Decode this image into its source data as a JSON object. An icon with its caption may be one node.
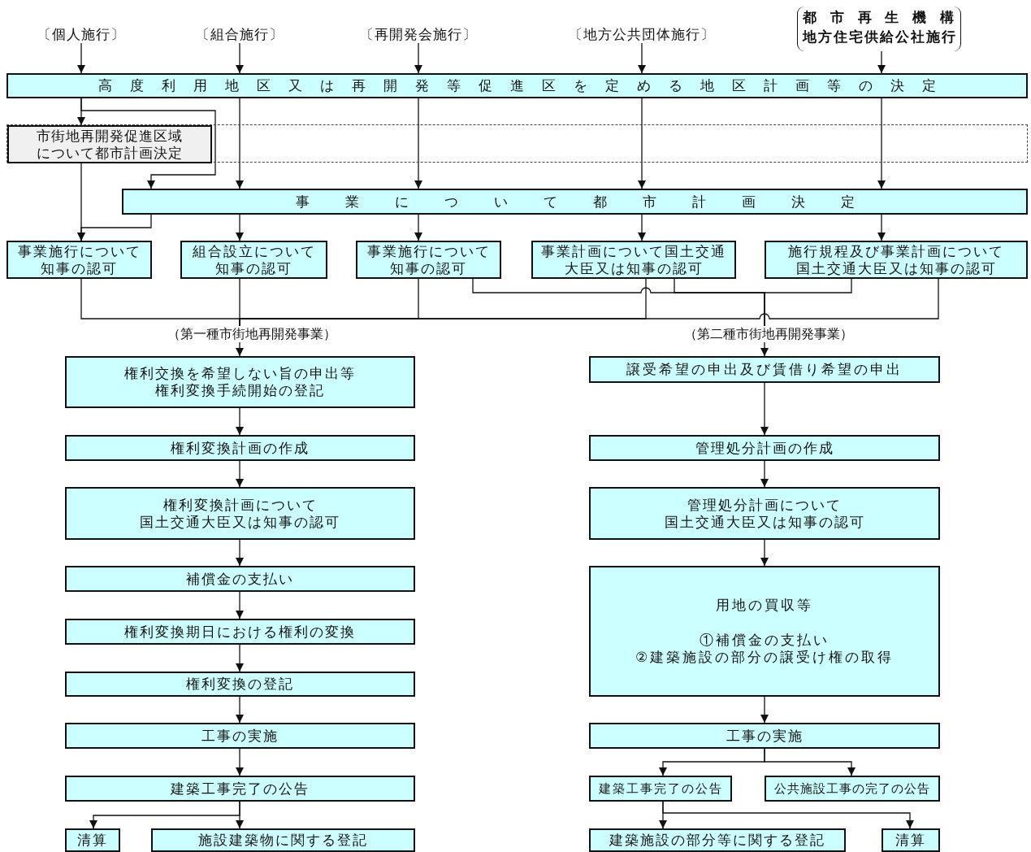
{
  "diagram": {
    "nodes": [
      {
        "text": [
          "〔個人施行〕"
        ]
      },
      {
        "text": [
          "〔組合施行〕"
        ]
      },
      {
        "text": [
          "〔再開発会施行〕"
        ]
      },
      {
        "text": [
          "〔地方公共団体施行〕"
        ]
      },
      {
        "text": [
          "都市再生機構地方住宅供給公社施行"
        ]
      },
      {
        "text": [
          "高度利用地区又は再開発等促進区を定める地区計画等の決定"
        ]
      },
      {
        "text": [],
        "shape": "box"
      },
      {
        "text": [
          "市街地再開発促進区域について都市計画決定"
        ],
        "in": 6
      },
      {
        "text": [
          "事業について都市計画決定"
        ]
      },
      {
        "text": [
          "事業施行について知事の認可"
        ]
      },
      {
        "text": [
          "組合設立について知事の認可"
        ]
      },
      {
        "text": [
          "事業施行について知事の認可"
        ]
      },
      {
        "text": [
          "事業計画について国土交通大臣又は知事の認可"
        ]
      },
      {
        "text": [
          "施行規程及び事業計画について国土交通大臣又は知事の認可"
        ]
      },
      {
        "text": [
          "（第一種市街地再開発事業）"
        ]
      },
      {
        "text": [
          "（第二種市街地再開発事業）"
        ]
      },
      {
        "text": [
          "権利交換を希望しない旨の申出等権利変換手続開始の登記"
        ]
      },
      {
        "text": [
          "権利変換計画の作成"
        ]
      },
      {
        "text": [
          "権利変換計画について国土交通大臣又は知事の認可"
        ]
      },
      {
        "text": [
          "補償金の支払い"
        ]
      },
      {
        "text": [
          "権利変換期日における権利の変換"
        ]
      },
      {
        "text": [
          "権利変換の登記"
        ]
      },
      {
        "text": [
          "工事の実施"
        ]
      },
      {
        "text": [
          "建築工事完了の公告"
        ]
      },
      {
        "text": [
          "清算"
        ]
      },
      {
        "text": [
          "施設建築物に関する登記"
        ]
      },
      {
        "text": [
          "譲受希望の申出及び賃借り希望の申出"
        ]
      },
      {
        "text": [
          "管理処分計画の作成"
        ]
      },
      {
        "text": [
          "管理処分計画について国土交通大臣又は知事の認可"
        ]
      },
      {
        "text": [
          "用地の買収等",
          "①補償金の支払い②建築施設の部分の譲受け権の取得"
        ]
      },
      {
        "text": [
          "工事の実施"
        ]
      },
      {
        "text": [
          "建築工事完了の公告"
        ]
      },
      {
        "text": [
          "公共施設工事の完了の公告"
        ]
      },
      {
        "text": [
          "建築施設の部分等に関する登記"
        ]
      },
      {
        "text": [
          "清算"
        ]
      }
    ],
    "edges": [
      {
        "from": 0,
        "to": 5,
        "arrow": "to"
      },
      {
        "from": 1,
        "to": 5,
        "arrow": "to"
      },
      {
        "from": 2,
        "to": 5,
        "arrow": "to"
      },
      {
        "from": 3,
        "to": 5,
        "arrow": "to"
      },
      {
        "from": 4,
        "to": 5,
        "arrow": "to"
      },
      {
        "from": 5,
        "to": 7,
        "arrow": "to"
      },
      {
        "from": 5,
        "to": 8,
        "arrow": "to"
      },
      {
        "from": 5,
        "to": 8,
        "arrow": "to"
      },
      {
        "from": 5,
        "to": 8,
        "arrow": "to"
      },
      {
        "from": 5,
        "to": 8,
        "arrow": "to"
      },
      {
        "from": 5,
        "to": 8,
        "arrow": "to"
      },
      {
        "from": 7,
        "to": 9,
        "arrow": "to"
      },
      {
        "from": 8,
        "to": 9,
        "arrow": "to"
      },
      {
        "from": 8,
        "to": 10,
        "arrow": "to"
      },
      {
        "from": 8,
        "to": 11,
        "arrow": "to"
      },
      {
        "from": 8,
        "to": 12,
        "arrow": "to"
      },
      {
        "from": 8,
        "to": 13,
        "arrow": "to"
      },
      {
        "from": 9,
        "to": 14,
        "arrow": "none"
      },
      {
        "from": 10,
        "to": 14,
        "arrow": "none"
      },
      {
        "from": 11,
        "to": 14,
        "arrow": "none"
      },
      {
        "from": 12,
        "to": 14,
        "arrow": "none"
      },
      {
        "from": 13,
        "to": 14,
        "arrow": "none"
      },
      {
        "from": 11,
        "to": 15,
        "arrow": "none"
      },
      {
        "from": 12,
        "to": 15,
        "arrow": "none"
      },
      {
        "from": 13,
        "to": 15,
        "arrow": "none"
      },
      {
        "from": 14,
        "to": 16,
        "arrow": "to"
      },
      {
        "from": 15,
        "to": 26,
        "arrow": "to"
      },
      {
        "from": 16,
        "to": 17,
        "arrow": "to"
      },
      {
        "from": 17,
        "to": 18,
        "arrow": "to"
      },
      {
        "from": 18,
        "to": 19,
        "arrow": "to"
      },
      {
        "from": 19,
        "to": 20,
        "arrow": "to"
      },
      {
        "from": 20,
        "to": 21,
        "arrow": "to"
      },
      {
        "from": 21,
        "to": 22,
        "arrow": "to"
      },
      {
        "from": 22,
        "to": 23,
        "arrow": "to"
      },
      {
        "from": 23,
        "to": 24,
        "arrow": "to"
      },
      {
        "from": 23,
        "to": 25,
        "arrow": "to"
      },
      {
        "from": 26,
        "to": 27,
        "arrow": "to"
      },
      {
        "from": 27,
        "to": 28,
        "arrow": "to"
      },
      {
        "from": 28,
        "to": 29,
        "arrow": "to"
      },
      {
        "from": 29,
        "to": 30,
        "arrow": "to"
      },
      {
        "from": 30,
        "to": 31,
        "arrow": "to"
      },
      {
        "from": 30,
        "to": 32,
        "arrow": "to"
      },
      {
        "from": 31,
        "to": 33,
        "arrow": "to"
      },
      {
        "from": 31,
        "to": 34,
        "arrow": "to"
      }
    ]
  }
}
